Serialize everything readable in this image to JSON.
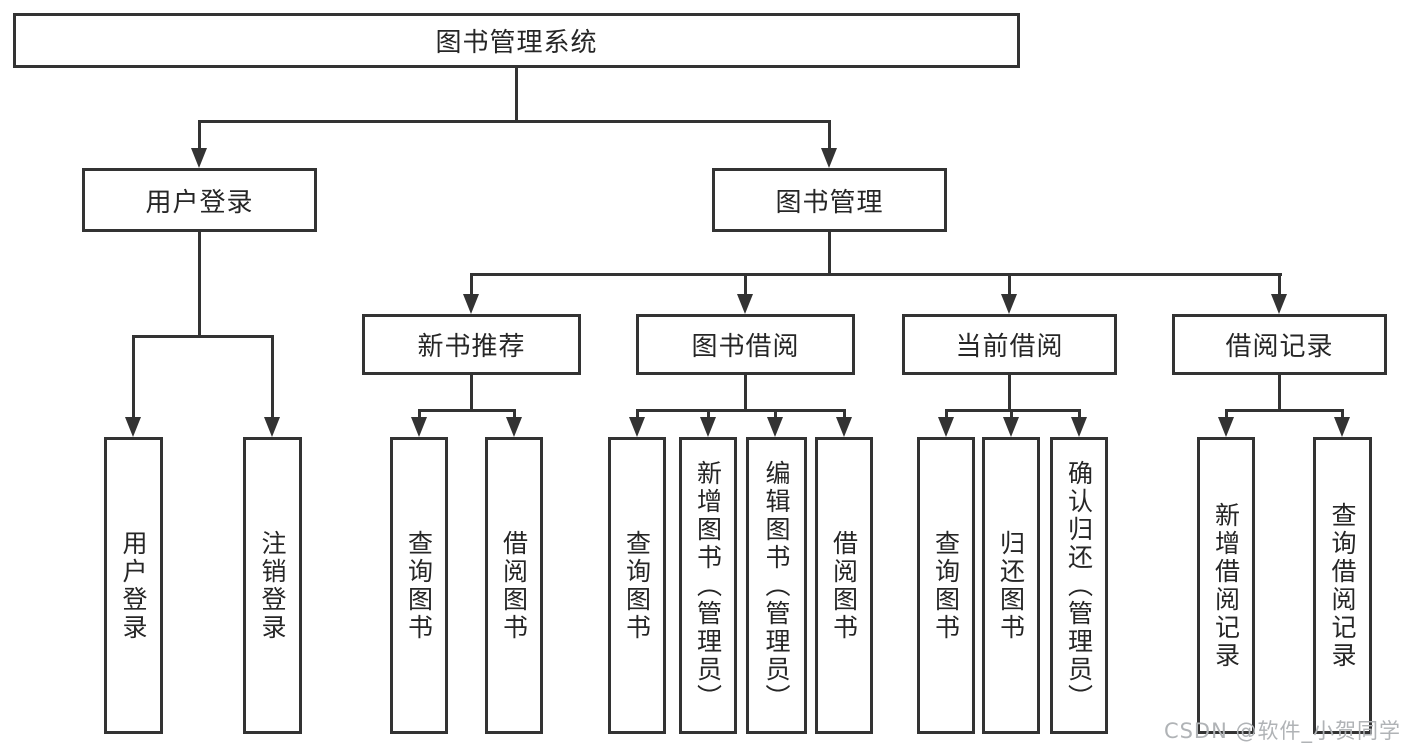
{
  "tree": {
    "root": {
      "label": "图书管理系统"
    },
    "user_login": {
      "label": "用户登录",
      "children": [
        {
          "label": "用户登录"
        },
        {
          "label": "注销登录"
        }
      ]
    },
    "book_mgmt": {
      "label": "图书管理",
      "children": [
        {
          "label": "新书推荐",
          "children": [
            {
              "label": "查询图书"
            },
            {
              "label": "借阅图书"
            }
          ]
        },
        {
          "label": "图书借阅",
          "children": [
            {
              "label": "查询图书"
            },
            {
              "label": "新增图书（管理员）"
            },
            {
              "label": "编辑图书（管理员）"
            },
            {
              "label": "借阅图书"
            }
          ]
        },
        {
          "label": "当前借阅",
          "children": [
            {
              "label": "查询图书"
            },
            {
              "label": "归还图书"
            },
            {
              "label": "确认归还（管理员）"
            }
          ]
        },
        {
          "label": "借阅记录",
          "children": [
            {
              "label": "新增借阅记录"
            },
            {
              "label": "查询借阅记录"
            }
          ]
        }
      ]
    }
  },
  "watermark": {
    "text": "CSDN @软件_小贺同学"
  },
  "colors": {
    "line": "#333333",
    "text": "#262626",
    "background": "#ffffff",
    "watermark": "#b0b3b6"
  }
}
